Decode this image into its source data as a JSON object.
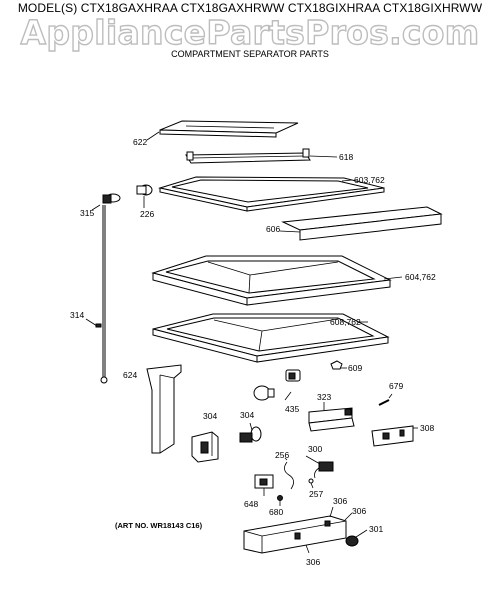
{
  "header": {
    "models": "MODEL(S) CTX18GAXHRAA CTX18GAXHRWW CTX18GIXHRAA CTX18GIXHRWW",
    "watermark": "AppliancePartsPros.com",
    "subtitle": "COMPARTMENT SEPARATOR PARTS"
  },
  "art_number": "(ART NO. WR18143 C16)",
  "callouts": {
    "c622": "622",
    "c618": "618",
    "c603": "603,762",
    "c315": "315",
    "c226": "226",
    "c606": "606",
    "c604": "604,762",
    "c314": "314",
    "c608": "608,762",
    "c609": "609",
    "c624": "624",
    "c679": "679",
    "c435": "435",
    "c323": "323",
    "c304a": "304",
    "c304b": "304",
    "c308": "308",
    "c256": "256",
    "c300": "300",
    "c257": "257",
    "c648": "648",
    "c680": "680",
    "c306a": "306",
    "c306b": "306",
    "c301": "301",
    "c306c": "306"
  }
}
